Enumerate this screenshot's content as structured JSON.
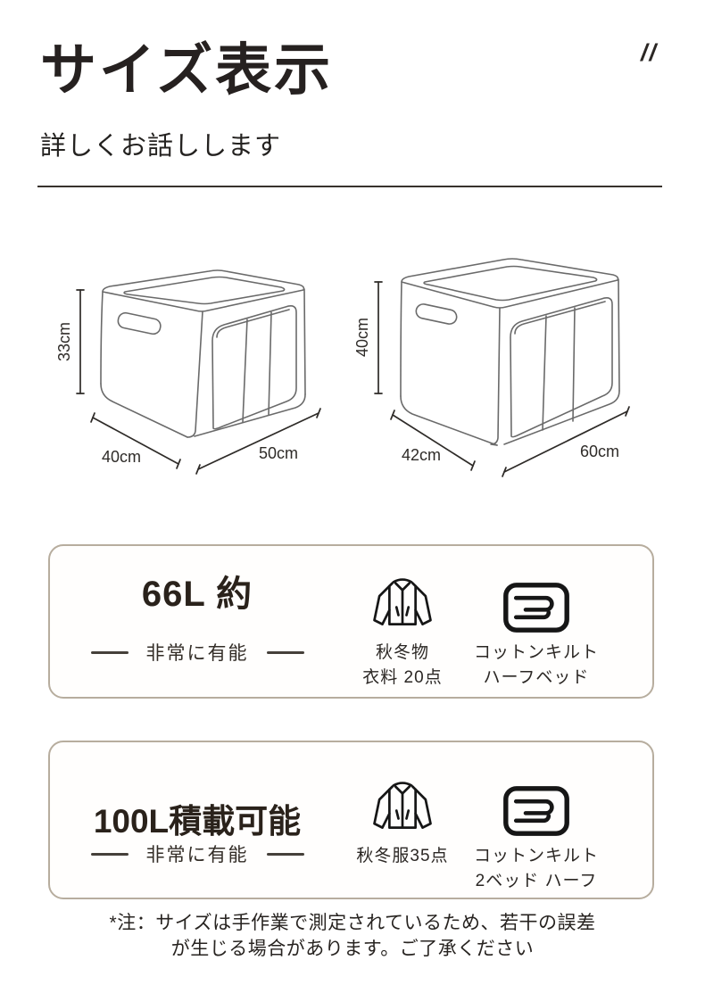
{
  "header": {
    "title": "サイズ表示",
    "mark": "//",
    "subtitle": "詳しくお話しします"
  },
  "diagrams": [
    {
      "name": "storage-box-small",
      "height_label": "33cm",
      "depth_label": "40cm",
      "width_label": "50cm"
    },
    {
      "name": "storage-box-large",
      "height_label": "40cm",
      "depth_label": "42cm",
      "width_label": "60cm"
    }
  ],
  "cards": [
    {
      "headline": "66L 約",
      "tagline": "非常に有能",
      "items": [
        {
          "icon": "jacket-icon",
          "line1": "秋冬物",
          "line2": "衣料 20点"
        },
        {
          "icon": "quilt-icon",
          "line1": "コットンキルト",
          "line2": "ハーフベッド"
        }
      ]
    },
    {
      "headline": "100L積載可能",
      "tagline": "非常に有能",
      "items": [
        {
          "icon": "jacket-icon",
          "line1": "秋冬服35点",
          "line2": ""
        },
        {
          "icon": "quilt-icon",
          "line1": "コットンキルト",
          "line2": "2ベッド ハーフ"
        }
      ]
    }
  ],
  "footnote": {
    "line1": "*注：サイズは手作業で測定されているため、若干の誤差",
    "line2": "が生じる場合があります。ご了承ください"
  },
  "colors": {
    "text": "#262120",
    "card_border": "#b7ad9e",
    "line_art": "#6a6a6a",
    "dimension": "#2e2b28"
  }
}
